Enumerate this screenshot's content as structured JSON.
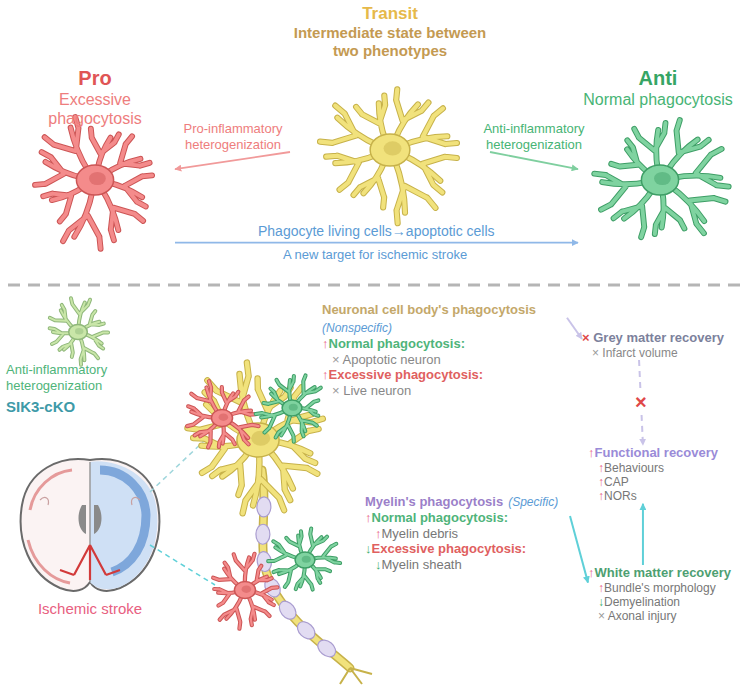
{
  "diagram": {
    "nodes": [
      {
        "text": [
          "Pro",
          "Excessive phagocytosis"
        ]
      },
      {
        "text": [
          "Transit",
          "Intermediate state between two phenotypes"
        ]
      },
      {
        "text": [
          "Anti",
          "Normal phagocytosis"
        ]
      },
      {
        "text": [
          "Neuronal cell body's phagocytosis",
          "(Nonspecific)",
          "↑Normal phagocytosis:",
          "× Apoptotic neuron",
          "↑Excessive phagocytosis:",
          "× Live neuron"
        ]
      },
      {
        "text": [
          "× Grey matter recovery",
          "× Infarct volume"
        ]
      },
      {
        "text": [
          "Myelin's phagocytosis",
          "(Specific)",
          "↑Normal phagocytosis:",
          "↑Myelin debris",
          "↓Excessive phagocytosis:",
          "↓Myelin sheath"
        ]
      },
      {
        "text": [
          "↑Functional recovery",
          "↑Behaviours",
          "↑CAP",
          "↑NORs"
        ]
      },
      {
        "text": [
          "↑White matter recovery",
          "↑Bundle's morphology",
          "↓Demyelination",
          "× Axonal injury"
        ]
      }
    ],
    "edges": [
      {
        "from": 1,
        "to": 0,
        "arrow": "to",
        "label": "Pro-inflammatory heterogenization"
      },
      {
        "from": 1,
        "to": 2,
        "arrow": "to",
        "label": "Anti-inflammatory heterogenization"
      },
      {
        "from": 0,
        "to": 2,
        "arrow": "to",
        "label": "Phagocyte living cells→apoptotic cells"
      },
      {
        "from": 3,
        "to": 4,
        "arrow": "to"
      },
      {
        "from": 4,
        "to": 6,
        "arrow": "to",
        "label": "×"
      },
      {
        "from": 5,
        "to": 7,
        "arrow": "to"
      },
      {
        "from": 7,
        "to": 6,
        "arrow": "to"
      }
    ],
    "labels": [
      "A new target for ischemic stroke",
      "Anti-inflammatory heterogenization",
      "SIK3-cKO",
      "Ischemic stroke"
    ]
  }
}
